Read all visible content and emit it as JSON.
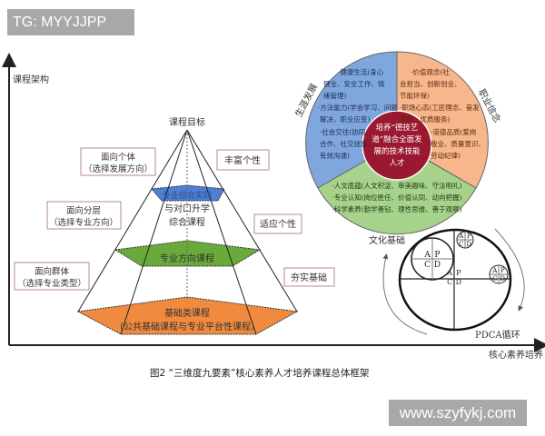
{
  "watermark_top": "TG: MYYJJPP",
  "watermark_bottom": "www.szyfykj.com",
  "axes": {
    "y_label": "课程架构",
    "x_label": "核心素养培养"
  },
  "pyramid": {
    "apex_label": "课程目标",
    "top_band": "专业综合实践",
    "mid_text": [
      "与对口升学",
      "综合课程"
    ],
    "middle_band": "专业方向课程",
    "bottom_band": [
      "基础类课程",
      "（公共基础课程与专业平台性课程）"
    ],
    "left_labels": [
      [
        "面向个体",
        "（选择发展方向）"
      ],
      [
        "面向分层",
        "（选择专业方向）"
      ],
      [
        "面向群体",
        "（选择专业类型）"
      ]
    ],
    "right_labels": [
      "丰富个性",
      "适应个性",
      "夯实基础"
    ]
  },
  "circle": {
    "center": [
      "培养“德技艺",
      "道”融合全面发",
      "展的技术技能",
      "人才"
    ],
    "left_arc": "生涯发展",
    "right_arc": "职业信念",
    "blue": [
      "·健康生活(身心",
      "健全、安全工作、情",
      "绪管理)",
      "·方法能力(学会学习、问题",
      "解决、职业应变)",
      "·社会交往(协同",
      "合作、社交技能、",
      "有效沟通)"
    ],
    "orange": [
      "·价值观念(社",
      "会担当、创新创业、",
      "节能环保)",
      "·职场心态(工匠理念、奋发",
      "进取、优质服务)",
      "·道德品质(爱岗",
      "敬业、质量意识、",
      "劳动纪律)"
    ],
    "green": [
      "·人文底蕴(人文积淀、审美趣味、守法明礼)",
      "·专业认知(岗位胜任、价值认同、动向把握)",
      "·科学素养(勤学善钻、理性思维、善于观察)"
    ]
  },
  "pdca": {
    "label": "PDCA循环",
    "culture_label": "文化基础",
    "letters": [
      "A",
      "P",
      "C",
      "D"
    ]
  },
  "caption": "图2  “三维度九要素”核心素养人才培养课程总体框架",
  "colors": {
    "blue": "#7fa7de",
    "orange": "#f7b68c",
    "green": "#a7d28c",
    "center": "#9a1830",
    "band_blue": "#4f7fd0",
    "band_green": "#6aaa3a",
    "band_orange": "#ef8a3f"
  }
}
